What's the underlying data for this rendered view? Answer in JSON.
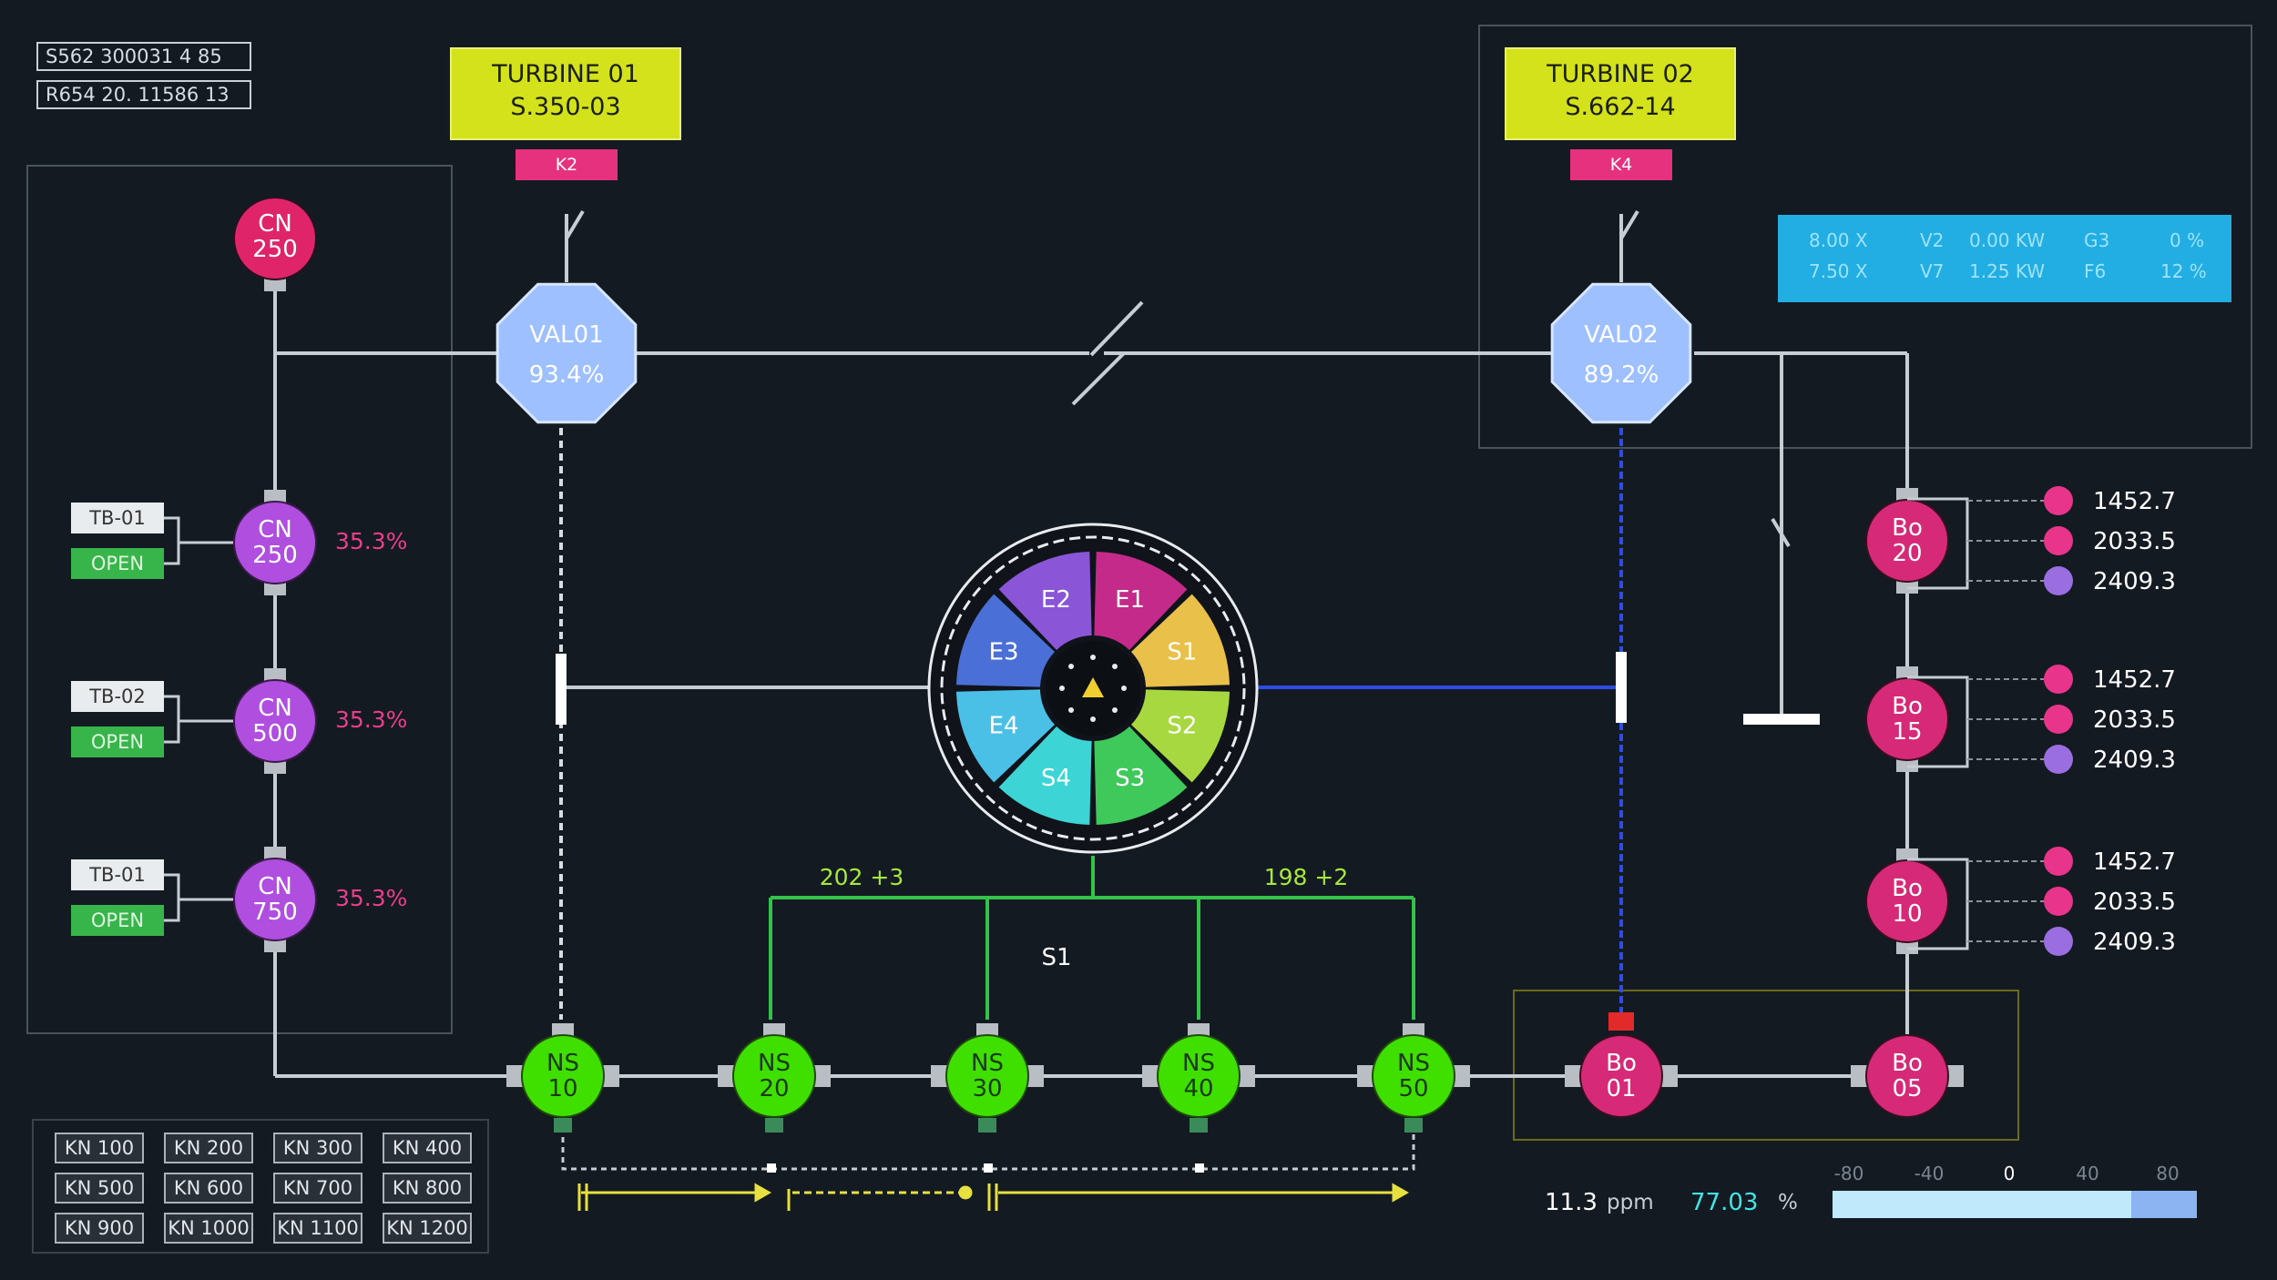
{
  "header_codes": [
    "S562 300031 4 85",
    "R654 20. 11586 13"
  ],
  "turbines": [
    {
      "name": "TURBINE 01",
      "code": "S.350-03",
      "tag": "K2"
    },
    {
      "name": "TURBINE 02",
      "code": "S.662-14",
      "tag": "K4"
    }
  ],
  "valves": [
    {
      "name": "VAL01",
      "value": "93.4%"
    },
    {
      "name": "VAL02",
      "value": "89.2%"
    }
  ],
  "cn_top": {
    "line1": "CN",
    "line2": "250"
  },
  "cn_nodes": [
    {
      "line1": "CN",
      "line2": "250",
      "tb": "TB-01",
      "status": "OPEN",
      "pct": "35.3%"
    },
    {
      "line1": "CN",
      "line2": "500",
      "tb": "TB-02",
      "status": "OPEN",
      "pct": "35.3%"
    },
    {
      "line1": "CN",
      "line2": "750",
      "tb": "TB-01",
      "status": "OPEN",
      "pct": "35.3%"
    }
  ],
  "info_panel": {
    "row1": [
      "8.00 X",
      "V2",
      "0.00 KW",
      "G3",
      "0 %"
    ],
    "row2": [
      "7.50 X",
      "V7",
      "1.25 KW",
      "F6",
      "12 %"
    ]
  },
  "bo_nodes": [
    {
      "line1": "Bo",
      "line2": "20",
      "readings": [
        "1452.7",
        "2033.5",
        "2409.3"
      ]
    },
    {
      "line1": "Bo",
      "line2": "15",
      "readings": [
        "1452.7",
        "2033.5",
        "2409.3"
      ]
    },
    {
      "line1": "Bo",
      "line2": "10",
      "readings": [
        "1452.7",
        "2033.5",
        "2409.3"
      ]
    }
  ],
  "reading_colors": [
    "#e8348a",
    "#e8348a",
    "#9a6ee0"
  ],
  "wheel": {
    "segments": [
      {
        "label": "E1",
        "color": "#c42a8a"
      },
      {
        "label": "S1",
        "color": "#e8c04a"
      },
      {
        "label": "S2",
        "color": "#a8d840"
      },
      {
        "label": "S3",
        "color": "#3ec95a"
      },
      {
        "label": "S4",
        "color": "#3cd4d4"
      },
      {
        "label": "E4",
        "color": "#4ac0e6"
      },
      {
        "label": "E3",
        "color": "#4a6fd6"
      },
      {
        "label": "E2",
        "color": "#8a55d6"
      }
    ]
  },
  "branch_labels": {
    "left": "202 +3",
    "right": "198 +2",
    "center": "S1"
  },
  "ns_nodes": [
    {
      "line1": "NS",
      "line2": "10"
    },
    {
      "line1": "NS",
      "line2": "20"
    },
    {
      "line1": "NS",
      "line2": "30"
    },
    {
      "line1": "NS",
      "line2": "40"
    },
    {
      "line1": "NS",
      "line2": "50"
    }
  ],
  "bo_bottom": [
    {
      "line1": "Bo",
      "line2": "01"
    },
    {
      "line1": "Bo",
      "line2": "05"
    }
  ],
  "kn_grid": [
    "KN 100",
    "KN 200",
    "KN 300",
    "KN 400",
    "KN 500",
    "KN 600",
    "KN 700",
    "KN 800",
    "KN 900",
    "KN 1000",
    "KN 1100",
    "KN 1200"
  ],
  "readout": {
    "ppm_value": "11.3",
    "ppm_unit": "ppm",
    "pct_value": "77.03",
    "pct_unit": "%"
  },
  "scale": {
    "ticks": [
      "-80",
      "-40",
      "0",
      "40",
      "80"
    ],
    "level_fraction": 0.82
  },
  "colors": {
    "background": "#141a22",
    "turbine": "#d4e21c",
    "valve": "#9ec0ff",
    "cn_node": "#b04ee0",
    "cn_top": "#e0246a",
    "bo_node": "#d62a78",
    "ns_node": "#3fe000",
    "branch": "#34c24a",
    "blue_line": "#2f4ce6"
  }
}
